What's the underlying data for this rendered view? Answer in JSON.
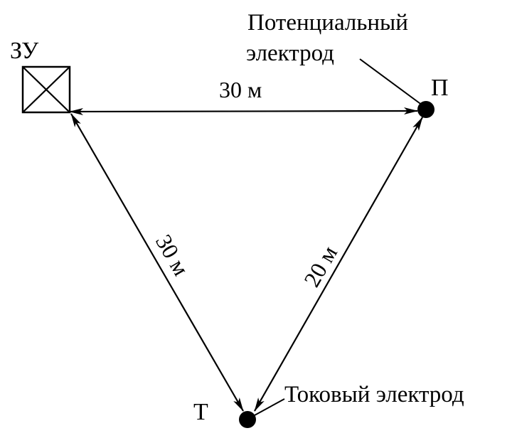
{
  "labels": {
    "grounding_device": "ЗУ",
    "potential_point": "П",
    "current_point": "Т",
    "potential_electrode_line1": "Потенциальный",
    "potential_electrode_line2": "электрод",
    "current_electrode": "Токовый электрод"
  },
  "distances": {
    "zu_to_p": "30 м",
    "zu_to_t": "30 м",
    "t_to_p": "20 м"
  },
  "colors": {
    "ink": "#000000",
    "background": "#ffffff"
  }
}
